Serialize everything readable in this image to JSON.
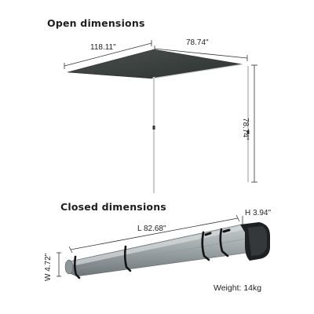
{
  "open": {
    "heading": "Open dimensions",
    "width_label": "118.11\"",
    "depth_label": "78.74\"",
    "height_label": "78.74\""
  },
  "closed": {
    "heading": "Closed dimensions",
    "length_label": "L 82.68\"",
    "height_label": "H 3.94\"",
    "width_label": "W 4.72\""
  },
  "weight": "Weight: 14kg",
  "colors": {
    "canopy": "#3c423f",
    "pole": "#e6e8e8",
    "case": "#9ea6a8",
    "end_cap": "#1e2022",
    "strap": "#141414"
  }
}
